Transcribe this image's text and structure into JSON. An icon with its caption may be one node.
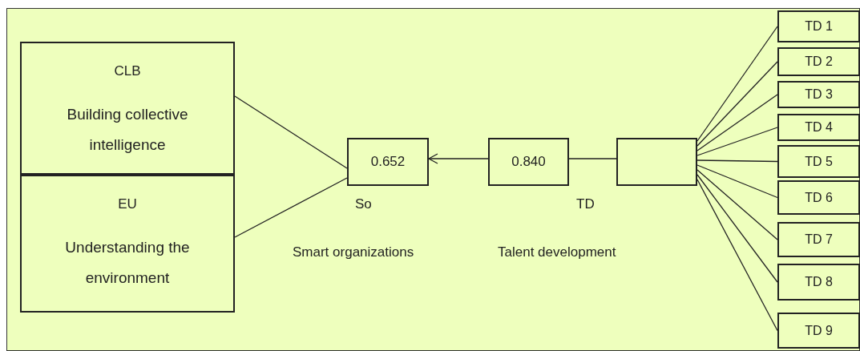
{
  "diagram": {
    "nodes": [
      {
        "text": [
          "CLB",
          "Building collective intelligence"
        ]
      },
      {
        "text": [
          "EU",
          "Understanding the environment"
        ]
      },
      {
        "text": [
          "0.652"
        ],
        "beside": [
          "So",
          "Smart organizations"
        ]
      },
      {
        "text": [
          "0.840"
        ],
        "beside": [
          "TD",
          "Talent development"
        ]
      },
      {
        "text": [],
        "shape": "box"
      },
      {
        "text": [
          "TD 1"
        ]
      },
      {
        "text": [
          "TD 2"
        ]
      },
      {
        "text": [
          "TD 3"
        ]
      },
      {
        "text": [
          "TD 4"
        ]
      },
      {
        "text": [
          "TD 5"
        ]
      },
      {
        "text": [
          "TD 6"
        ]
      },
      {
        "text": [
          "TD 7"
        ]
      },
      {
        "text": [
          "TD 8"
        ]
      },
      {
        "text": [
          "TD 9"
        ]
      }
    ],
    "edges": [
      {
        "from": 0,
        "to": 2,
        "arrow": "none"
      },
      {
        "from": 1,
        "to": 2,
        "arrow": "none"
      },
      {
        "from": 3,
        "to": 2,
        "arrow": "to"
      },
      {
        "from": 3,
        "to": 4,
        "arrow": "none"
      },
      {
        "from": 4,
        "to": 5,
        "arrow": "none"
      },
      {
        "from": 4,
        "to": 6,
        "arrow": "none"
      },
      {
        "from": 4,
        "to": 7,
        "arrow": "none"
      },
      {
        "from": 4,
        "to": 8,
        "arrow": "none"
      },
      {
        "from": 4,
        "to": 9,
        "arrow": "none"
      },
      {
        "from": 4,
        "to": 10,
        "arrow": "none"
      },
      {
        "from": 4,
        "to": 11,
        "arrow": "none"
      },
      {
        "from": 4,
        "to": 12,
        "arrow": "none"
      },
      {
        "from": 4,
        "to": 13,
        "arrow": "none"
      }
    ]
  }
}
